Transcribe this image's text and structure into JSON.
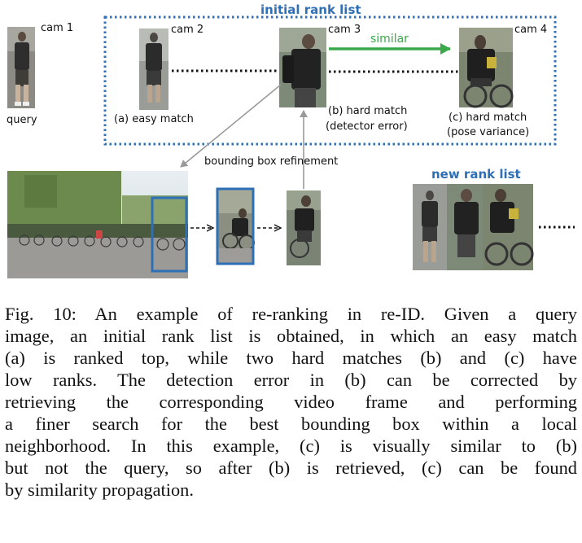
{
  "figure": {
    "initial_rank_title": "initial rank list",
    "new_rank_title": "new rank list",
    "cams": {
      "cam1": "cam 1",
      "cam2": "cam 2",
      "cam3": "cam 3",
      "cam4": "cam 4"
    },
    "labels": {
      "query": "query",
      "easy_match": "(a) easy match",
      "hard_match_b_1": "(b) hard match",
      "hard_match_b_2": "(detector error)",
      "hard_match_c_1": "(c) hard match",
      "hard_match_c_2": "(pose variance)",
      "similar": "similar",
      "bbox_refinement": "bounding box refinement"
    },
    "colors": {
      "blue": "#2f6fb5",
      "green": "#3aa84b",
      "arrow_gray": "#9a9a9a"
    }
  },
  "caption": {
    "lines": [
      "Fig. 10: An example of re-ranking in re-ID. Given a query",
      "image, an initial rank list is obtained, in which an easy match",
      "(a) is ranked top, while two hard matches (b) and (c) have",
      "low ranks. The detection error in (b) can be corrected by",
      "retrieving the corresponding video frame and performing",
      "a finer search for the best bounding box within a local",
      "neighborhood. In this example, (c) is visually similar to (b)",
      "but not the query, so after (b) is retrieved, (c) can be found",
      "by similarity propagation."
    ]
  }
}
